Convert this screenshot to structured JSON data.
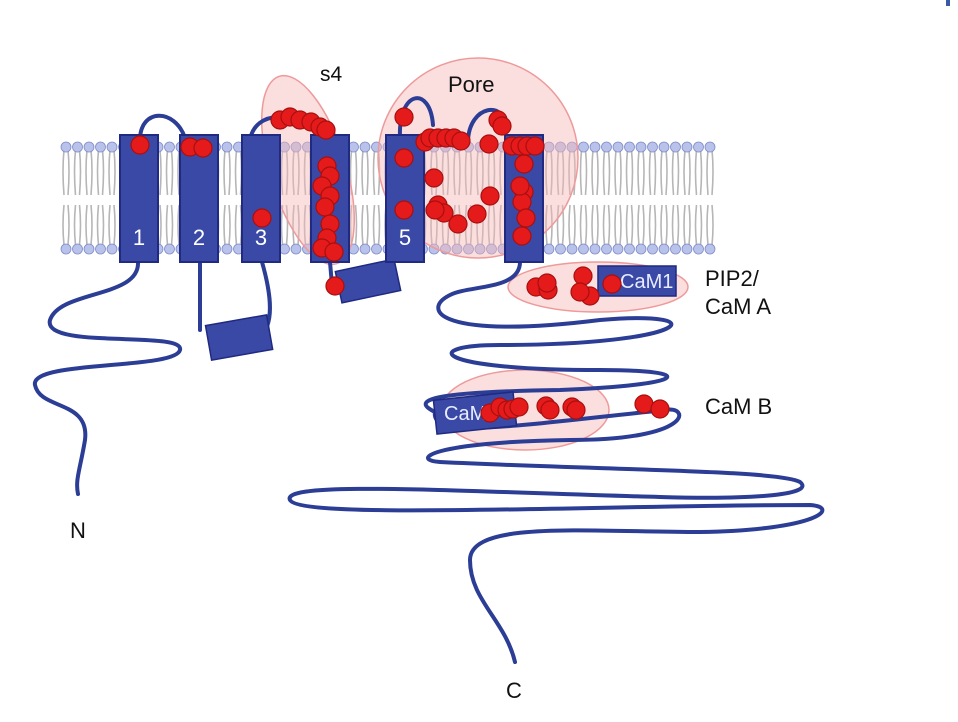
{
  "diagram": {
    "segments": [
      {
        "id": "s1",
        "label": "1"
      },
      {
        "id": "s2",
        "label": "2"
      },
      {
        "id": "s3",
        "label": "3"
      },
      {
        "id": "s4",
        "label": ""
      },
      {
        "id": "s5",
        "label": "5"
      },
      {
        "id": "s6",
        "label": ""
      }
    ],
    "regions": {
      "s4": "s4",
      "pore": "Pore",
      "pip2_line1": "PIP2/",
      "pip2_line2": "CaM A",
      "camb": "CaM B"
    },
    "blocks": {
      "cam1": "CaM1",
      "cam2": "CaM2"
    },
    "termini": {
      "n": "N",
      "c": "C"
    },
    "colors": {
      "segment": "#3a49a6",
      "mutation": "#e51a1a",
      "highlight": "#f6b7b7",
      "membrane_head": "#b9c2ea"
    }
  }
}
